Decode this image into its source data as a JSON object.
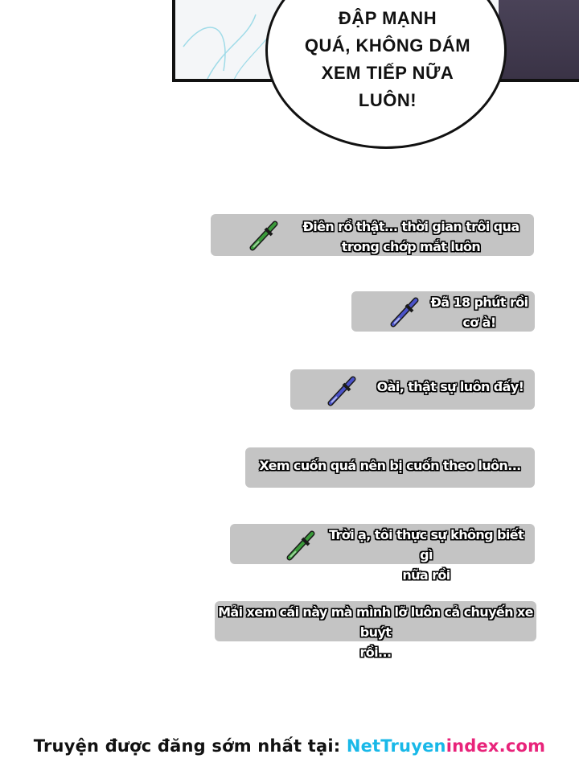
{
  "speech_bubble": {
    "text": "ĐẬP MẠNH\nQUÁ, KHÔNG DÁM\nXEM TIẾP NỮA\nLUÔN!"
  },
  "comments": [
    {
      "text": "Điên rồ thật... thời gian trôi qua\ntrong chớp mắt luôn",
      "icon": "green-sword-icon",
      "icon_color": "#3a9a3a"
    },
    {
      "text": "Đã 18 phút rồi\ncơ à!",
      "icon": "blue-sword-icon",
      "icon_color": "#4a52c8"
    },
    {
      "text": "Oài, thật sự luôn đấy!",
      "icon": "blue-sword-icon",
      "icon_color": "#4a52c8"
    },
    {
      "text": "Xem cuốn quá nên bị cuốn theo luôn...",
      "icon": "",
      "icon_color": ""
    },
    {
      "text": "Trời ạ, tôi thực sự không biết gì\nnữa rồi",
      "icon": "green-sword-icon",
      "icon_color": "#3a9a3a"
    },
    {
      "text": "Mải xem cái này mà mình lỡ luôn cả chuyến xe buýt\nrồi...",
      "icon": "",
      "icon_color": ""
    }
  ],
  "footer": {
    "lead": "Truyện được đăng sớm nhất tại: ",
    "site_part1": "NetTruyen",
    "site_part2": "index.com",
    "colors": {
      "net": "#18b8e8",
      "rest": "#e8237a"
    }
  }
}
